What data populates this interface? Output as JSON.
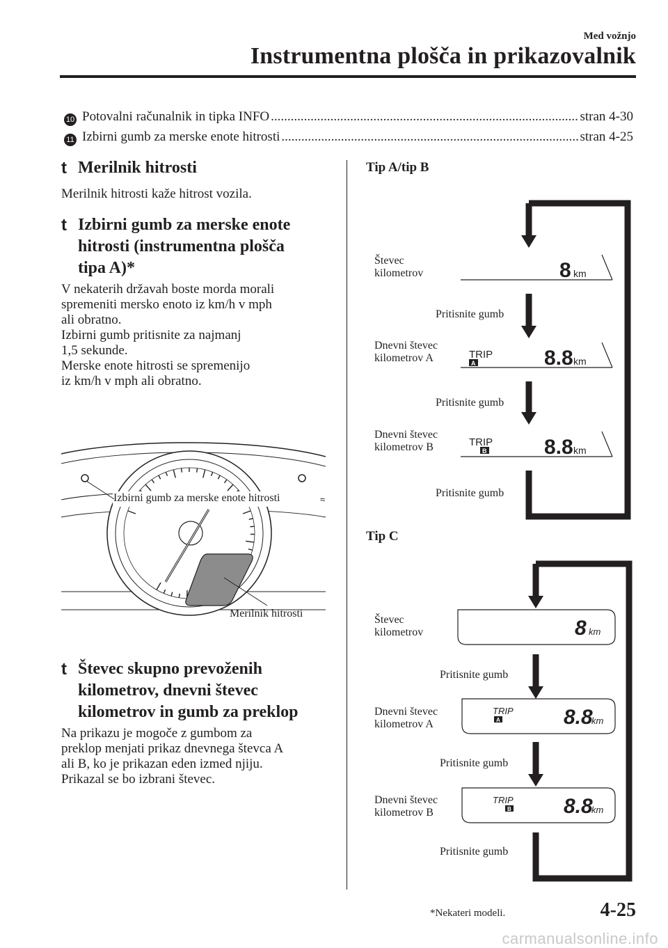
{
  "header": {
    "section": "Med vožnjo",
    "chapter_title": "Instrumentna plošča in prikazovalnik"
  },
  "refs": [
    {
      "num": "10",
      "text": "Potovalni računalnik in tipka INFO",
      "page": "stran 4-30"
    },
    {
      "num": "11",
      "text": "Izbirni gumb za merske enote hitrosti",
      "page": "stran 4-25"
    }
  ],
  "left": {
    "h1": "Merilnik hitrosti",
    "p1": "Merilnik hitrosti kaže hitrost vozila.",
    "h2": "Izbirni gumb za merske enote\nhitrosti (instrumentna plošča\ntipa A)*",
    "p2": "V nekaterih državah boste morda morali\nspremeniti mersko enoto iz km/h v mph\nali obratno.\nIzbirni gumb pritisnite za najmanj\n1,5 sekunde.\nMerske enote hitrosti se spremenijo\niz km/h v mph ali obratno.",
    "fig_label_button": "Izbirni gumb za merske enote hitrosti",
    "fig_label_speedo": "Merilnik hitrosti",
    "h3": "Števec skupno prevoženih\nkilometrov, dnevni števec\nkilometrov in gumb za preklop",
    "p3": "Na prikazu je mogoče z gumbom za\npreklop menjati prikaz dnevnega števca A\nali B, ko je prikazan eden izmed njiju.\nPrikazal se bo izbrani števec."
  },
  "right": {
    "tip_ab": "Tip A/tip B",
    "tip_c": "Tip C",
    "odo_label": "Števec\nkilometrov",
    "trip_a_label": "Dnevni števec\nkilometrov A",
    "trip_b_label": "Dnevni števec\nkilometrov B",
    "press": "Pritisnite gumb",
    "digit_one": "8",
    "digit_two": "8.8",
    "unit": "km",
    "trip": "TRIP",
    "a": "A",
    "b": "B"
  },
  "footer": {
    "footnote": "*Nekateri modeli.",
    "page_number": "4-25",
    "watermark": "carmanualsonline.info"
  }
}
